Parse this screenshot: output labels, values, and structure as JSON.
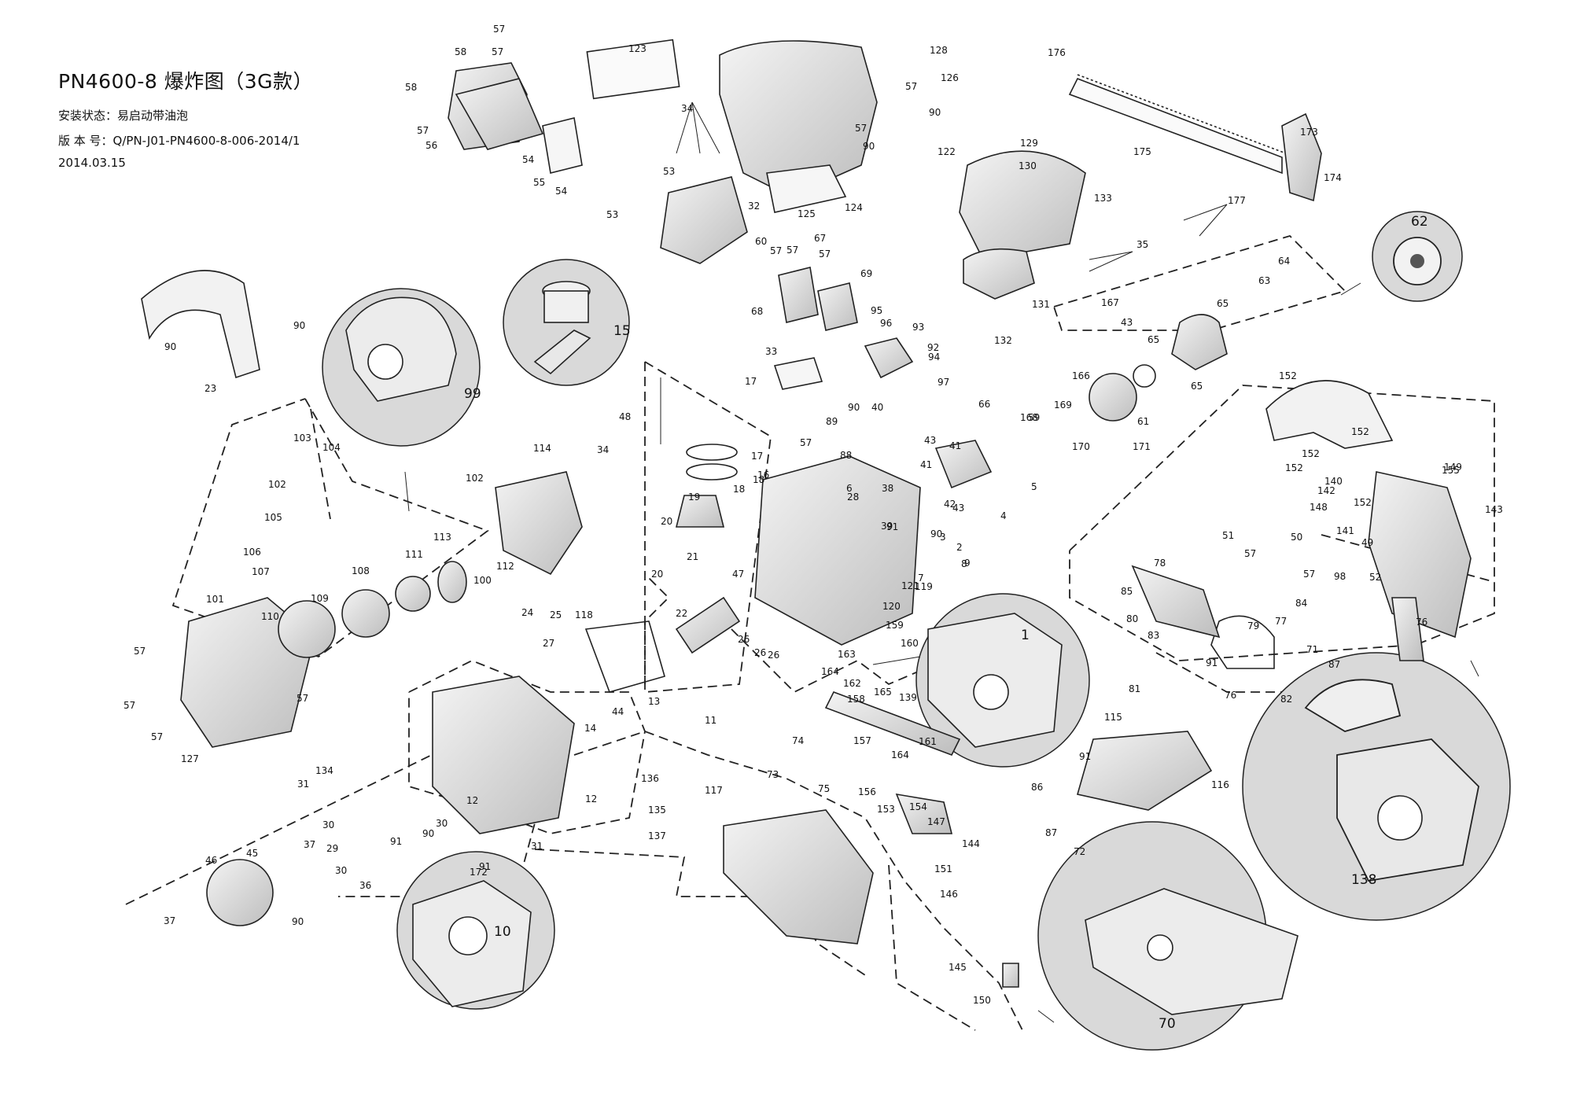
{
  "header": {
    "title": "PN4600-8 爆炸图（3G款）",
    "status": "安装状态：易启动带油泡",
    "version": "版 本 号：Q/PN-J01-PN4600-8-006-2014/1",
    "date": "2014.03.15"
  },
  "callouts": {
    "c1": "1",
    "c10": "10",
    "c15": "15",
    "c62": "62",
    "c70": "70",
    "c99": "99",
    "c138": "138"
  },
  "labels": [
    "57",
    "58",
    "58",
    "57",
    "57",
    "56",
    "54",
    "55",
    "54",
    "123",
    "34",
    "53",
    "53",
    "32",
    "125",
    "124",
    "128",
    "126",
    "57",
    "90",
    "57",
    "90",
    "122",
    "176",
    "175",
    "173",
    "174",
    "129",
    "130",
    "133",
    "177",
    "35",
    "131",
    "132",
    "167",
    "43",
    "166",
    "63",
    "64",
    "65",
    "65",
    "65",
    "61",
    "171",
    "170",
    "169",
    "168",
    "59",
    "60",
    "57",
    "57",
    "67",
    "57",
    "68",
    "69",
    "95",
    "96",
    "93",
    "92",
    "94",
    "97",
    "66",
    "33",
    "17",
    "17",
    "18",
    "16",
    "19",
    "18",
    "20",
    "21",
    "20",
    "22",
    "26",
    "26",
    "26",
    "47",
    "48",
    "34",
    "114",
    "102",
    "103",
    "104",
    "102",
    "105",
    "106",
    "107",
    "108",
    "111",
    "113",
    "112",
    "100",
    "101",
    "110",
    "109",
    "57",
    "57",
    "57",
    "57",
    "127",
    "90",
    "90",
    "23",
    "24",
    "25",
    "118",
    "27",
    "13",
    "14",
    "44",
    "11",
    "12",
    "12",
    "31",
    "134",
    "31",
    "30",
    "29",
    "91",
    "90",
    "30",
    "30",
    "36",
    "37",
    "45",
    "46",
    "37",
    "90",
    "91",
    "172",
    "57",
    "88",
    "89",
    "90",
    "40",
    "43",
    "41",
    "41",
    "42",
    "43",
    "4",
    "5",
    "6",
    "28",
    "38",
    "39",
    "90",
    "91",
    "3",
    "2",
    "9",
    "8",
    "7",
    "120",
    "121",
    "119",
    "159",
    "160",
    "163",
    "164",
    "162",
    "158",
    "165",
    "139",
    "157",
    "161",
    "164",
    "156",
    "153",
    "154",
    "147",
    "144",
    "151",
    "146",
    "145",
    "150",
    "152",
    "152",
    "152",
    "152",
    "142",
    "140",
    "149",
    "155",
    "148",
    "152",
    "141",
    "143",
    "51",
    "57",
    "50",
    "49",
    "57",
    "98",
    "52",
    "78",
    "85",
    "80",
    "83",
    "84",
    "77",
    "79",
    "71",
    "76",
    "87",
    "91",
    "76",
    "82",
    "81",
    "115",
    "116",
    "86",
    "91",
    "87",
    "72",
    "74",
    "73",
    "136",
    "135",
    "137",
    "117",
    "75"
  ]
}
